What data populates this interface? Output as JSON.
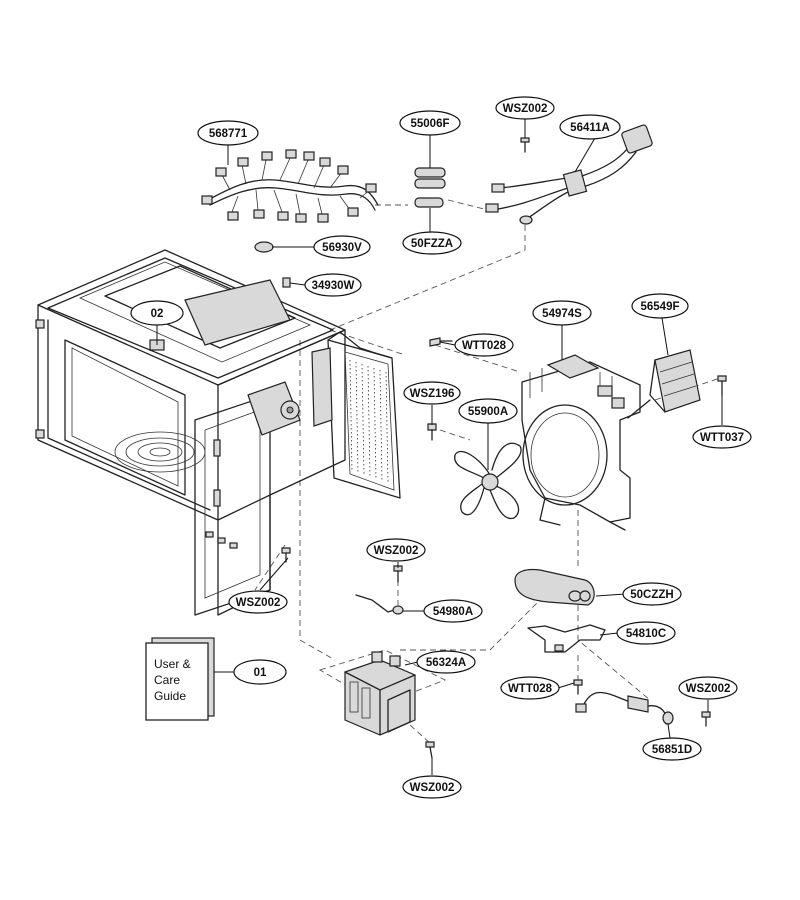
{
  "guide": {
    "line1": "User &",
    "line2": "Care",
    "line3": "Guide"
  },
  "labels": {
    "p568771": "568771",
    "p55006F": "55006F",
    "pWSZ002_top": "WSZ002",
    "p56411A": "56411A",
    "p50FZZA": "50FZZA",
    "p56930V": "56930V",
    "p34930W": "34930W",
    "p02": "02",
    "pWTT028_top": "WTT028",
    "p54974S": "54974S",
    "p56549F": "56549F",
    "pWSZ196": "WSZ196",
    "p55900A": "55900A",
    "pWTT037": "WTT037",
    "pWSZ002_left": "WSZ002",
    "pWSZ002_mid": "WSZ002",
    "p54980A": "54980A",
    "p50CZZH": "50CZZH",
    "p54810C": "54810C",
    "p01": "01",
    "p56324A": "56324A",
    "pWTT028_bot": "WTT028",
    "pWSZ002_right": "WSZ002",
    "p56851D": "56851D",
    "pWSZ002_bot": "WSZ002"
  }
}
